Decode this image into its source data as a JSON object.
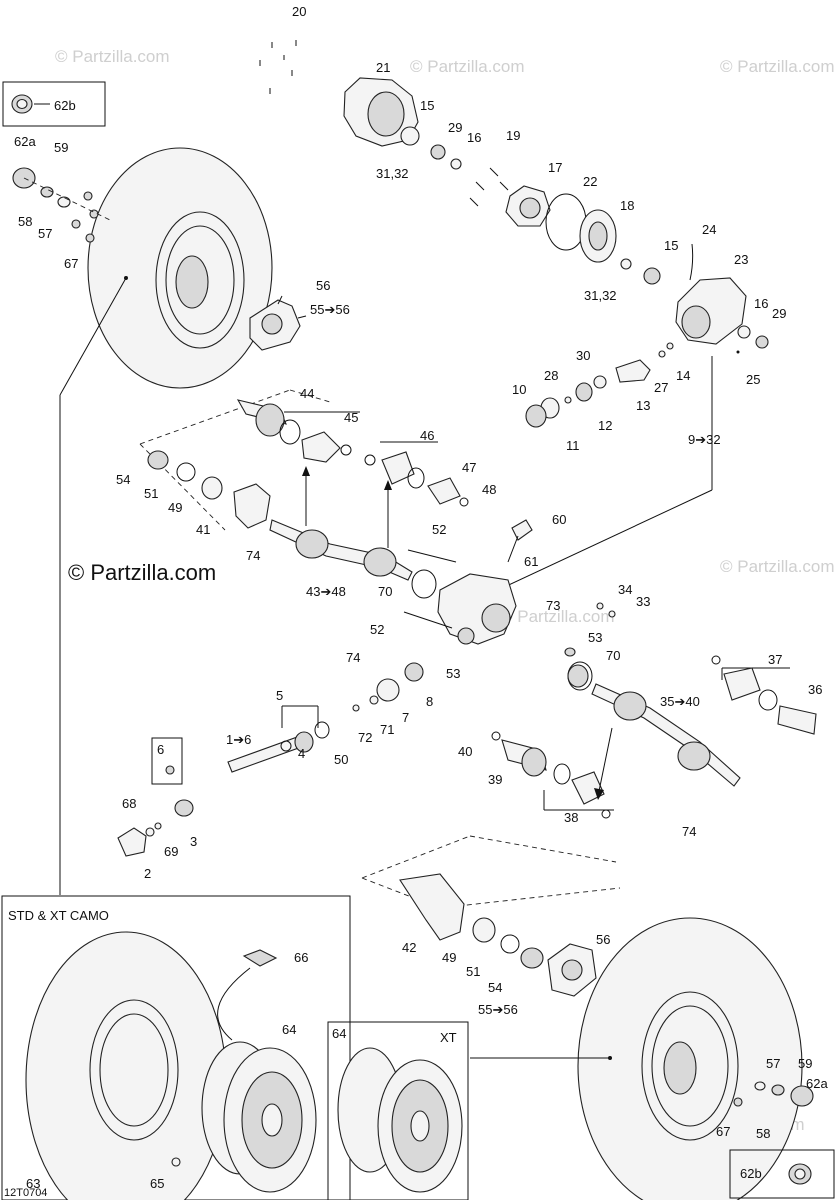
{
  "diagram_id": "12T0704",
  "watermark": "© Partzilla.com",
  "copyright": "© Partzilla.com",
  "insets": {
    "std_xt_camo": "STD & XT CAMO",
    "xt": "XT"
  },
  "labels": {
    "n20": "20",
    "n21": "21",
    "n15a": "15",
    "n29a": "29",
    "n16a": "16",
    "n19": "19",
    "n3132a": "31,32",
    "n17": "17",
    "n22": "22",
    "n18": "18",
    "n15b": "15",
    "n24": "24",
    "n23": "23",
    "n3132b": "31,32",
    "n16b": "16",
    "n29b": "29",
    "n25": "25",
    "n30": "30",
    "n28": "28",
    "n27": "27",
    "n14": "14",
    "n10": "10",
    "n12": "12",
    "n13": "13",
    "n11": "11",
    "n9to32": "9➔32",
    "n62b_top": "62b",
    "n62a_top": "62a",
    "n59_top": "59",
    "n58_top": "58",
    "n57_top": "57",
    "n67_top": "67",
    "n56_top": "56",
    "n55to56_top": "55➔56",
    "n44": "44",
    "n45": "45",
    "n46": "46",
    "n47": "47",
    "n48": "48",
    "n54_top": "54",
    "n51_top": "51",
    "n49_top": "49",
    "n41": "41",
    "n74a": "74",
    "n60": "60",
    "n52a": "52",
    "n61": "61",
    "n43to48": "43➔48",
    "n70a": "70",
    "n73": "73",
    "n34": "34",
    "n33": "33",
    "n52b": "52",
    "n53a": "53",
    "n74b": "74",
    "n53b": "53",
    "n70b": "70",
    "n37": "37",
    "n36": "36",
    "n5": "5",
    "n1to6": "1➔6",
    "n8": "8",
    "n72": "72",
    "n71": "71",
    "n7": "7",
    "n35to40": "35➔40",
    "n4": "4",
    "n50": "50",
    "n40": "40",
    "n39": "39",
    "n6": "6",
    "n68": "68",
    "n69": "69",
    "n3": "3",
    "n2": "2",
    "n38": "38",
    "n74c": "74",
    "n42": "42",
    "n49_bot": "49",
    "n56_bot": "56",
    "n51_bot": "51",
    "n54_bot": "54",
    "n55to56_bot": "55➔56",
    "n66": "66",
    "n64a": "64",
    "n64b": "64",
    "n63": "63",
    "n65": "65",
    "n57_bot": "57",
    "n59_bot": "59",
    "n62a_bot": "62a",
    "n67_bot": "67",
    "n58_bot": "58",
    "n62b_bot": "62b"
  }
}
